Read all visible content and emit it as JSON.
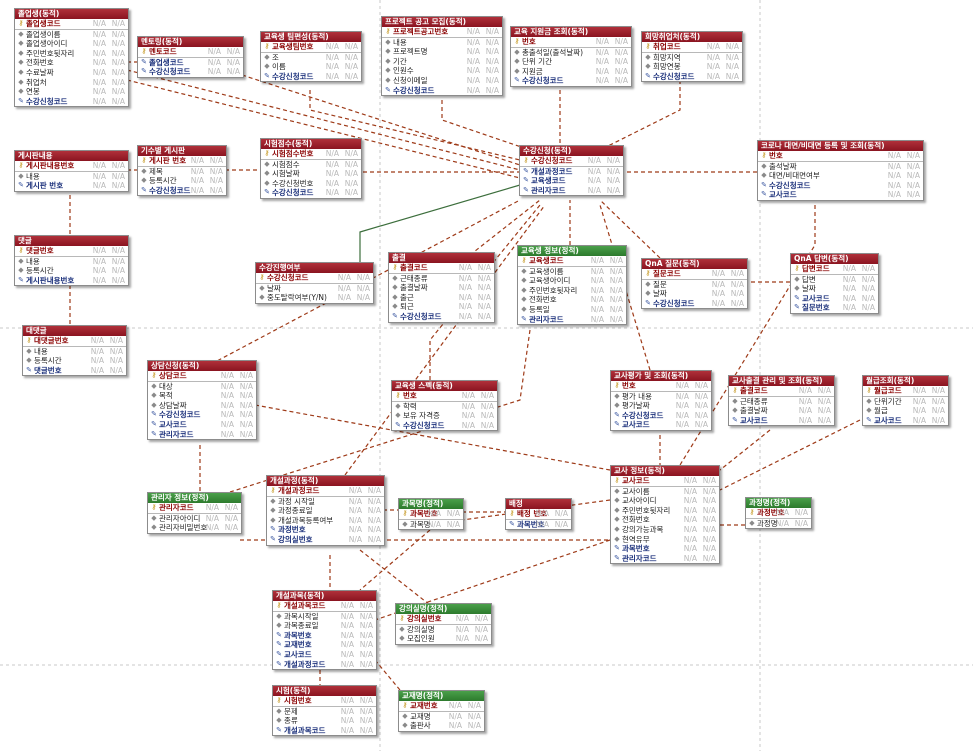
{
  "na": "N/A",
  "entities": [
    {
      "id": "e_grad",
      "title": "졸업생(동적)",
      "type": "dyn",
      "rows": [
        {
          "n": "졸업생코드",
          "k": "pk"
        },
        {
          "n": "졸업생이름"
        },
        {
          "n": "졸업생아이디"
        },
        {
          "n": "주민번호뒷자리"
        },
        {
          "n": "전화번호"
        },
        {
          "n": "수료날짜"
        },
        {
          "n": "취업처"
        },
        {
          "n": "연봉"
        },
        {
          "n": "수강신청코드",
          "k": "fk"
        }
      ]
    },
    {
      "id": "e_mentor",
      "title": "멘토링(동적)",
      "type": "dyn",
      "rows": [
        {
          "n": "멘토코드",
          "k": "pk"
        },
        {
          "n": "졸업생코드",
          "k": "fk"
        },
        {
          "n": "수강신청코드",
          "k": "fk"
        }
      ]
    },
    {
      "id": "e_teamproj",
      "title": "교육생 팀편성(동적)",
      "type": "dyn",
      "rows": [
        {
          "n": "교육생팀번호",
          "k": "pk"
        },
        {
          "n": "조"
        },
        {
          "n": "이름"
        },
        {
          "n": "수강신청코드",
          "k": "fk"
        }
      ]
    },
    {
      "id": "e_project",
      "title": "프로젝트 공고 모집(동적)",
      "type": "dyn",
      "rows": [
        {
          "n": "프로젝트공고번호",
          "k": "pk"
        },
        {
          "n": "내용"
        },
        {
          "n": "프로젝트명"
        },
        {
          "n": "기간"
        },
        {
          "n": "인원수"
        },
        {
          "n": "신청이메일"
        },
        {
          "n": "수강신청코드",
          "k": "fk"
        }
      ]
    },
    {
      "id": "e_support",
      "title": "교육 지원금 조회(동적)",
      "type": "dyn",
      "rows": [
        {
          "n": "번호",
          "k": "pk"
        },
        {
          "n": "총출석일(출석날짜)"
        },
        {
          "n": "단위 기간"
        },
        {
          "n": "지원금"
        },
        {
          "n": "수강신청코드",
          "k": "fk"
        }
      ]
    },
    {
      "id": "e_hope",
      "title": "희망취업처(동적)",
      "type": "dyn",
      "rows": [
        {
          "n": "취업코드",
          "k": "pk"
        },
        {
          "n": "희망지역"
        },
        {
          "n": "희망연봉"
        },
        {
          "n": "수강신청코드",
          "k": "fk"
        }
      ]
    },
    {
      "id": "e_postcomment",
      "title": "게시판내용",
      "type": "dyn",
      "rows": [
        {
          "n": "게시판내용번호",
          "k": "pk"
        },
        {
          "n": "내용"
        },
        {
          "n": "게시판 번호",
          "k": "fk"
        }
      ]
    },
    {
      "id": "e_board",
      "title": "기수별 게시판",
      "type": "dyn",
      "rows": [
        {
          "n": "게시판 번호",
          "k": "pk"
        },
        {
          "n": "제목"
        },
        {
          "n": "등록시간"
        },
        {
          "n": "수강신청코드",
          "k": "fk"
        }
      ]
    },
    {
      "id": "e_exam",
      "title": "시험점수(동적)",
      "type": "dyn",
      "rows": [
        {
          "n": "시험점수번호",
          "k": "pk"
        },
        {
          "n": "시험점수"
        },
        {
          "n": "시험날짜"
        },
        {
          "n": "수강신청번호"
        },
        {
          "n": "수강신청코드",
          "k": "fk"
        }
      ]
    },
    {
      "id": "e_enroll",
      "title": "수강신청(동적)",
      "type": "dyn",
      "rows": [
        {
          "n": "수강신청코드",
          "k": "pk"
        },
        {
          "n": "개설과정코드",
          "k": "fk"
        },
        {
          "n": "교육생코드",
          "k": "fk"
        },
        {
          "n": "관리자코드",
          "k": "fk"
        }
      ]
    },
    {
      "id": "e_corona",
      "title": "코로나 대면/비대면 등록 및 조회(동적)",
      "type": "dyn",
      "rows": [
        {
          "n": "번호",
          "k": "pk"
        },
        {
          "n": "출석날짜"
        },
        {
          "n": "대면/비대면여부"
        },
        {
          "n": "수강신청코드",
          "k": "fk"
        },
        {
          "n": "교사코드",
          "k": "fk"
        }
      ]
    },
    {
      "id": "e_reply",
      "title": "댓글",
      "type": "dyn",
      "rows": [
        {
          "n": "댓글번호",
          "k": "pk"
        },
        {
          "n": "내용"
        },
        {
          "n": "등록시간"
        },
        {
          "n": "게시판내용번호",
          "k": "fk"
        }
      ]
    },
    {
      "id": "e_dropout",
      "title": "수강진행여부",
      "type": "dyn",
      "rows": [
        {
          "n": "수강신청코드",
          "k": "pk fk"
        },
        {
          "n": "날짜"
        },
        {
          "n": "중도탈락여부(Y/N)"
        }
      ]
    },
    {
      "id": "e_attend",
      "title": "출결",
      "type": "dyn",
      "rows": [
        {
          "n": "출결코드",
          "k": "pk"
        },
        {
          "n": "근태종류"
        },
        {
          "n": "출결날짜"
        },
        {
          "n": "출근"
        },
        {
          "n": "퇴근"
        },
        {
          "n": "수강신청코드",
          "k": "fk"
        }
      ]
    },
    {
      "id": "e_student",
      "title": "교육생 정보(정적)",
      "type": "sta",
      "rows": [
        {
          "n": "교육생코드",
          "k": "pk"
        },
        {
          "n": "교육생이름"
        },
        {
          "n": "교육생아이디"
        },
        {
          "n": "주민번호뒷자리"
        },
        {
          "n": "전화번호"
        },
        {
          "n": "등록일"
        },
        {
          "n": "관리자코드",
          "k": "fk"
        }
      ]
    },
    {
      "id": "e_qna_q",
      "title": "QnA 질문(동적)",
      "type": "dyn",
      "rows": [
        {
          "n": "질문코드",
          "k": "pk"
        },
        {
          "n": "질문"
        },
        {
          "n": "날짜"
        },
        {
          "n": "수강신청코드",
          "k": "fk"
        }
      ]
    },
    {
      "id": "e_qna_a",
      "title": "QnA 답변(동적)",
      "type": "dyn",
      "rows": [
        {
          "n": "답변코드",
          "k": "pk"
        },
        {
          "n": "답변"
        },
        {
          "n": "날짜"
        },
        {
          "n": "교사코드",
          "k": "fk"
        },
        {
          "n": "질문번호",
          "k": "fk"
        }
      ]
    },
    {
      "id": "e_rereply",
      "title": "대댓글",
      "type": "dyn",
      "rows": [
        {
          "n": "대댓글번호",
          "k": "pk"
        },
        {
          "n": "내용"
        },
        {
          "n": "등록시간"
        },
        {
          "n": "댓글번호",
          "k": "fk"
        }
      ]
    },
    {
      "id": "e_consult",
      "title": "상담신청(동적)",
      "type": "dyn",
      "rows": [
        {
          "n": "상담코드",
          "k": "pk"
        },
        {
          "n": "대상"
        },
        {
          "n": "목적"
        },
        {
          "n": "상담날짜"
        },
        {
          "n": "수강신청코드",
          "k": "fk"
        },
        {
          "n": "교사코드",
          "k": "fk"
        },
        {
          "n": "관리자코드",
          "k": "fk"
        }
      ]
    },
    {
      "id": "e_spec",
      "title": "교육생 스펙(동적)",
      "type": "dyn",
      "rows": [
        {
          "n": "번호",
          "k": "pk"
        },
        {
          "n": "학력"
        },
        {
          "n": "보유 자격증"
        },
        {
          "n": "수강신청코드",
          "k": "fk"
        }
      ]
    },
    {
      "id": "e_tchreview",
      "title": "교사평가 및 조회(동적)",
      "type": "dyn",
      "rows": [
        {
          "n": "번호",
          "k": "pk"
        },
        {
          "n": "평가 내용"
        },
        {
          "n": "평가날짜"
        },
        {
          "n": "수강신청코드",
          "k": "fk"
        },
        {
          "n": "교사코드",
          "k": "fk"
        }
      ]
    },
    {
      "id": "e_tchattend",
      "title": "교사출결 관리 및 조회(동적)",
      "type": "dyn",
      "rows": [
        {
          "n": "출결코드",
          "k": "pk"
        },
        {
          "n": "근태종류"
        },
        {
          "n": "출결날짜"
        },
        {
          "n": "교사코드",
          "k": "fk"
        }
      ]
    },
    {
      "id": "e_salary",
      "title": "월급조회(동적)",
      "type": "dyn",
      "rows": [
        {
          "n": "월급코드",
          "k": "pk"
        },
        {
          "n": "단위기간"
        },
        {
          "n": "월급"
        },
        {
          "n": "교사코드",
          "k": "fk"
        }
      ]
    },
    {
      "id": "e_admin",
      "title": "관리자 정보(정적)",
      "type": "sta",
      "rows": [
        {
          "n": "관리자코드",
          "k": "pk"
        },
        {
          "n": "관리자아이디"
        },
        {
          "n": "관리자비밀번호"
        }
      ]
    },
    {
      "id": "e_opencourse",
      "title": "개설과정(동적)",
      "type": "dyn",
      "rows": [
        {
          "n": "개설과정코드",
          "k": "pk"
        },
        {
          "n": "과정 시작일"
        },
        {
          "n": "과정종료일"
        },
        {
          "n": "개설과목등록여부"
        },
        {
          "n": "과정번호",
          "k": "fk"
        },
        {
          "n": "강의실번호",
          "k": "fk"
        }
      ]
    },
    {
      "id": "e_subject",
      "title": "과목명(정적)",
      "type": "sta",
      "rows": [
        {
          "n": "과목번호",
          "k": "pk"
        },
        {
          "n": "과목명"
        }
      ]
    },
    {
      "id": "e_assign",
      "title": "배정",
      "type": "dyn",
      "rows": [
        {
          "n": "배정 번호",
          "k": "pk"
        },
        {
          "n": "과목번호",
          "k": "fk"
        }
      ]
    },
    {
      "id": "e_teacher",
      "title": "교사 정보(동적)",
      "type": "dyn",
      "rows": [
        {
          "n": "교사코드",
          "k": "pk"
        },
        {
          "n": "교사이름"
        },
        {
          "n": "교사아이디"
        },
        {
          "n": "주민번호뒷자리"
        },
        {
          "n": "전화번호"
        },
        {
          "n": "강의가능과목"
        },
        {
          "n": "현역유무"
        },
        {
          "n": "과목번호",
          "k": "fk"
        },
        {
          "n": "관리자코드",
          "k": "fk"
        }
      ]
    },
    {
      "id": "e_coursename",
      "title": "과정명(정적)",
      "type": "sta",
      "rows": [
        {
          "n": "과정번호",
          "k": "pk"
        },
        {
          "n": "과정명"
        }
      ]
    },
    {
      "id": "e_opensubj",
      "title": "개설과목(동적)",
      "type": "dyn",
      "rows": [
        {
          "n": "개설과목코드",
          "k": "pk"
        },
        {
          "n": "과목시작일"
        },
        {
          "n": "과목종료일"
        },
        {
          "n": "과목번호",
          "k": "fk"
        },
        {
          "n": "교재번호",
          "k": "fk"
        },
        {
          "n": "교사코드",
          "k": "fk"
        },
        {
          "n": "개설과정코드",
          "k": "fk"
        }
      ]
    },
    {
      "id": "e_room",
      "title": "강의실명(정적)",
      "type": "sta",
      "rows": [
        {
          "n": "강의실번호",
          "k": "pk"
        },
        {
          "n": "강의실명"
        },
        {
          "n": "모집인원"
        }
      ]
    },
    {
      "id": "e_test",
      "title": "시험(동적)",
      "type": "dyn",
      "rows": [
        {
          "n": "시험번호",
          "k": "pk"
        },
        {
          "n": "문제"
        },
        {
          "n": "종류"
        },
        {
          "n": "개설과목코드",
          "k": "fk"
        }
      ]
    },
    {
      "id": "e_book",
      "title": "교재명(정적)",
      "type": "sta",
      "rows": [
        {
          "n": "교재번호",
          "k": "pk"
        },
        {
          "n": "교재명"
        },
        {
          "n": "출판사"
        }
      ]
    }
  ]
}
